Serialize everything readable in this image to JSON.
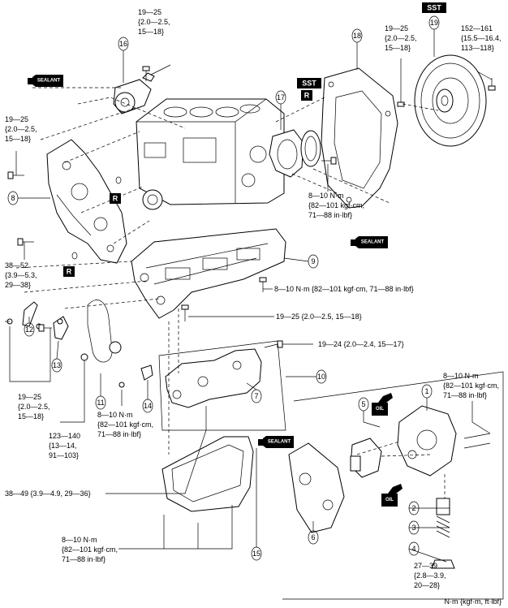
{
  "tags": {
    "sealant": "SEALANT",
    "sst": "SST",
    "r": "R",
    "oil": "OIL"
  },
  "callouts": [
    "1",
    "2",
    "3",
    "4",
    "5",
    "6",
    "7",
    "8",
    "9",
    "10",
    "11",
    "12",
    "13",
    "14",
    "15",
    "16",
    "17",
    "18",
    "19"
  ],
  "torque_labels": {
    "t16": [
      "19—25",
      "{2.0—2.5,",
      "15—18}"
    ],
    "t18": [
      "19—25",
      "{2.0—2.5,",
      "15—18}"
    ],
    "t19": [
      "152—161",
      "{15.5—16.4,",
      "113—118}"
    ],
    "t8_top": [
      "19—25",
      "{2.0—2.5,",
      "15—18}"
    ],
    "t8_bot": [
      "38—52",
      "{3.9—5.3,",
      "29—38}"
    ],
    "t17": [
      "8—10 N·m",
      "{82—101 kgf·cm,",
      "71—88 in·lbf}"
    ],
    "t9": "8—10 N·m {82—101 kgf·cm, 71—88 in·lbf}",
    "t_mid": "19—25 {2.0—2.5, 15—18}",
    "t10": "19—24 {2.0—2.4, 15—17}",
    "t1": [
      "8—10 N·m",
      "{82—101 kgf·cm,",
      "71—88 in·lbf}"
    ],
    "t12": [
      "19—25",
      "{2.0—2.5,",
      "15—18}"
    ],
    "t11": [
      "123—140",
      "{13—14,",
      "91—103}"
    ],
    "t14": [
      "8—10 N·m",
      "{82—101 kgf·cm,",
      "71—88 in·lbf}"
    ],
    "t15_left": "38—49 {3.9—4.9, 29—36}",
    "t4": [
      "27—39",
      "{2.8—3.9,",
      "20—28}"
    ],
    "t15_bot": [
      "8—10 N·m",
      "{82—101 kgf·cm,",
      "71—88 in·lbf}"
    ]
  },
  "footer_unit": "N·m {kgf·m, ft·lbf}"
}
